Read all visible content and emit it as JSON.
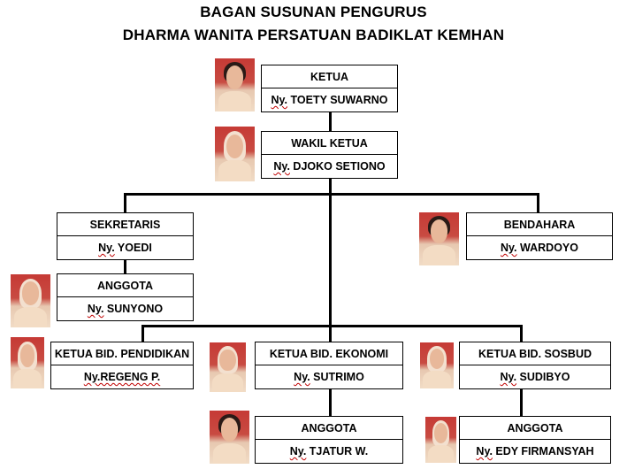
{
  "title": {
    "line1": "BAGAN SUSUNAN PENGURUS",
    "line2": "DHARMA WANITA PERSATUAN  BADIKLAT KEMHAN"
  },
  "nodes": [
    {
      "id": "ketua",
      "position": "KETUA",
      "prefix": "Ny.",
      "name": " TOETY SUWARNO",
      "photo": "hair"
    },
    {
      "id": "wakil-ketua",
      "position": "WAKIL KETUA",
      "prefix": "Ny.",
      "name": " DJOKO SETIONO",
      "photo": "hijab"
    },
    {
      "id": "sekretaris",
      "position": "SEKRETARIS",
      "prefix": "Ny.",
      "name": " YOEDI",
      "photo": "none"
    },
    {
      "id": "bendahara",
      "position": "BENDAHARA",
      "prefix": "Ny.",
      "name": " WARDOYO",
      "photo": "hair"
    },
    {
      "id": "anggota-sekretaris",
      "position": "ANGGOTA",
      "prefix": "Ny.",
      "name": " SUNYONO",
      "photo": "hijab"
    },
    {
      "id": "ketua-bid-pendidikan",
      "position": "KETUA BID. PENDIDIKAN",
      "prefix": "Ny.REGENG P.",
      "name": "",
      "photo": "hijab"
    },
    {
      "id": "ketua-bid-ekonomi",
      "position": "KETUA BID. EKONOMI",
      "prefix": "Ny.",
      "name": " SUTRIMO",
      "photo": "hijab"
    },
    {
      "id": "ketua-bid-sosbud",
      "position": "KETUA BID. SOSBUD",
      "prefix": "Ny.",
      "name": " SUDIBYO",
      "photo": "hijab"
    },
    {
      "id": "anggota-ekonomi",
      "position": "ANGGOTA",
      "prefix": "Ny.",
      "name": " TJATUR W.",
      "photo": "hair"
    },
    {
      "id": "anggota-sosbud",
      "position": "ANGGOTA",
      "prefix": "Ny.",
      "name": " EDY FIRMANSYAH",
      "photo": "hijab"
    }
  ],
  "colors": {
    "line": "#000000",
    "photo_background": "#c63a35",
    "spellcheck_underline": "#c00000"
  }
}
